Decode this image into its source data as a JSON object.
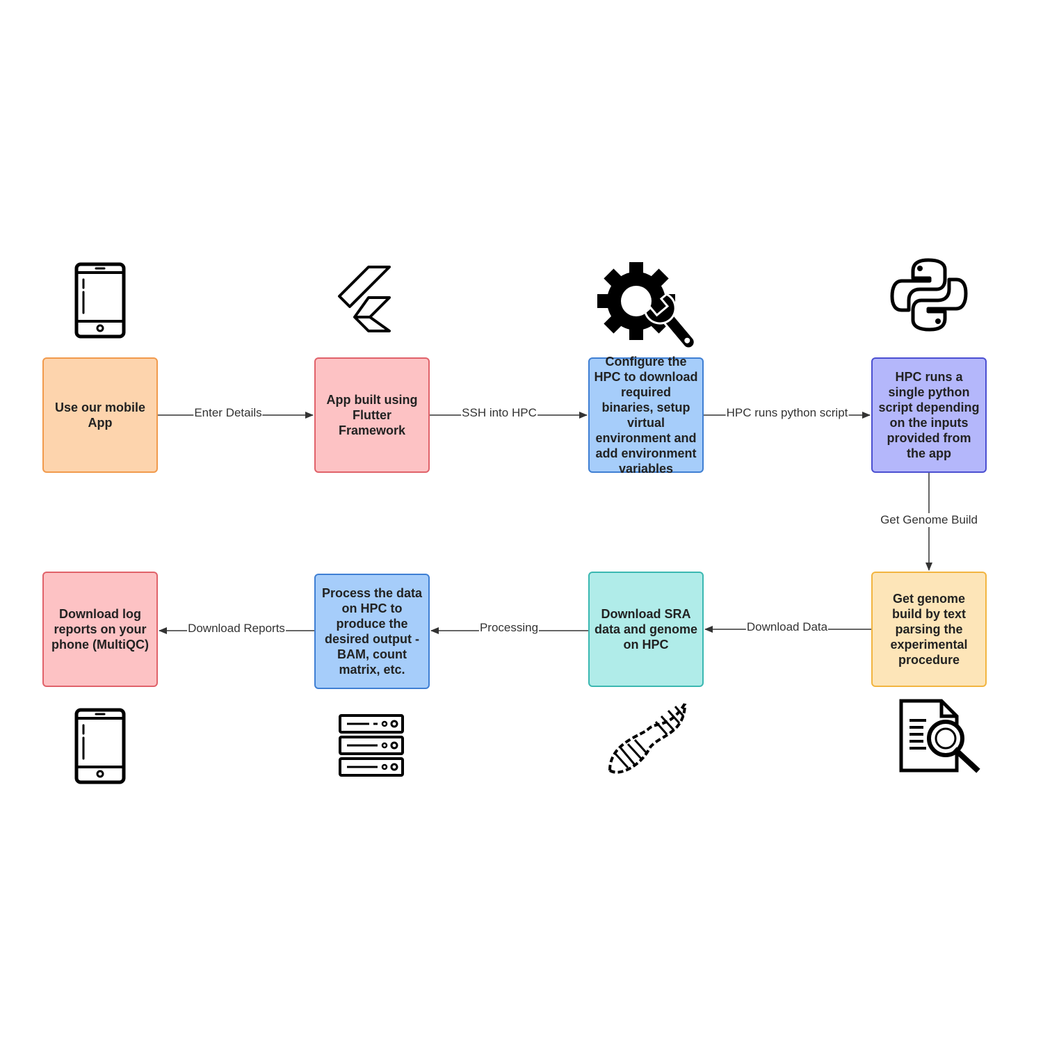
{
  "nodes": {
    "mobile_app": "Use our mobile App",
    "flutter": "App built using Flutter Framework",
    "configure_hpc": "Configure the HPC to download required binaries, setup virtual environment and add environment variables",
    "python_script": "HPC runs a single python script depending on the inputs provided from the app",
    "genome_build": "Get genome build by text parsing the experimental procedure",
    "download_sra": "Download SRA data and genome on HPC",
    "process_data": "Process the data on HPC to produce the desired output - BAM, count matrix, etc.",
    "download_log": "Download log reports on your phone (MultiQC)"
  },
  "edges": {
    "enter_details": "Enter Details",
    "ssh_into_hpc": "SSH into HPC",
    "hpc_runs_python": "HPC runs python script",
    "get_genome_build": "Get Genome Build",
    "download_data": "Download Data",
    "processing": "Processing",
    "download_reports": "Download Reports"
  },
  "icons": {
    "top_1": "smartphone-icon",
    "top_2": "flutter-logo-icon",
    "top_3": "gear-wrench-icon",
    "top_4": "python-logo-icon",
    "bottom_1": "smartphone-icon",
    "bottom_2": "server-rack-icon",
    "bottom_3": "dna-helix-icon",
    "bottom_4": "document-search-icon"
  },
  "colors": {
    "orange_fill": "#fdd4ad",
    "pink_fill": "#fdc2c4",
    "blue_fill": "#a6cdfa",
    "purple_fill": "#b4b7fb",
    "yellow_fill": "#fde5b8",
    "teal_fill": "#b0ece9"
  }
}
